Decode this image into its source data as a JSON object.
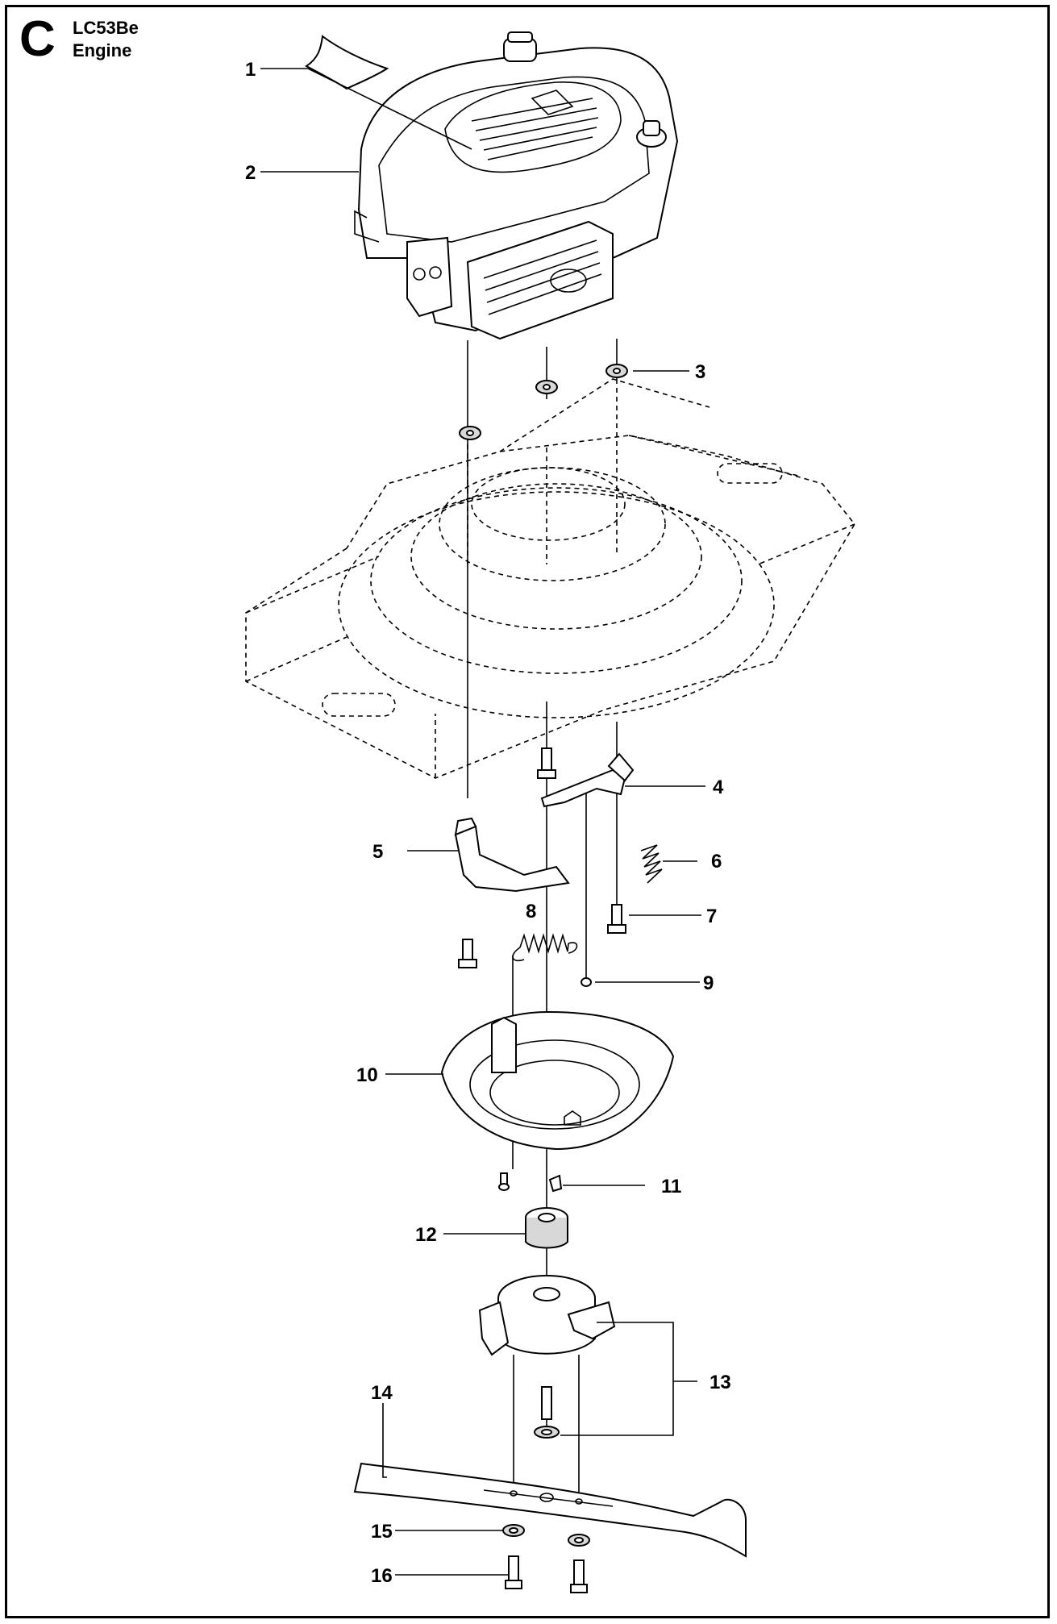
{
  "header": {
    "section_letter": "C",
    "model": "LC53Be",
    "section_name": "Engine"
  },
  "callouts": [
    "1",
    "2",
    "3",
    "4",
    "5",
    "6",
    "7",
    "8",
    "9",
    "10",
    "11",
    "12",
    "13",
    "14",
    "15",
    "16"
  ]
}
